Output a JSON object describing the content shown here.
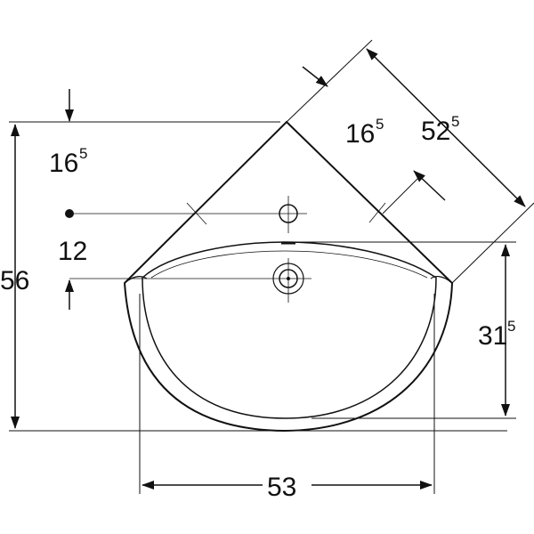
{
  "drawing": {
    "subject": "corner washbasin",
    "dimensions": {
      "total_depth": "56",
      "total_width": "53",
      "back_edge_length": {
        "main": "52",
        "sup": "5"
      },
      "tap_hole_from_wall": {
        "main": "16",
        "sup": "5"
      },
      "tap_hole_from_top": {
        "main": "16",
        "sup": "5"
      },
      "tap_to_drain": "12",
      "bowl_depth": {
        "main": "31",
        "sup": "5"
      }
    },
    "colors": {
      "line": "#111111",
      "background": "#ffffff"
    }
  }
}
